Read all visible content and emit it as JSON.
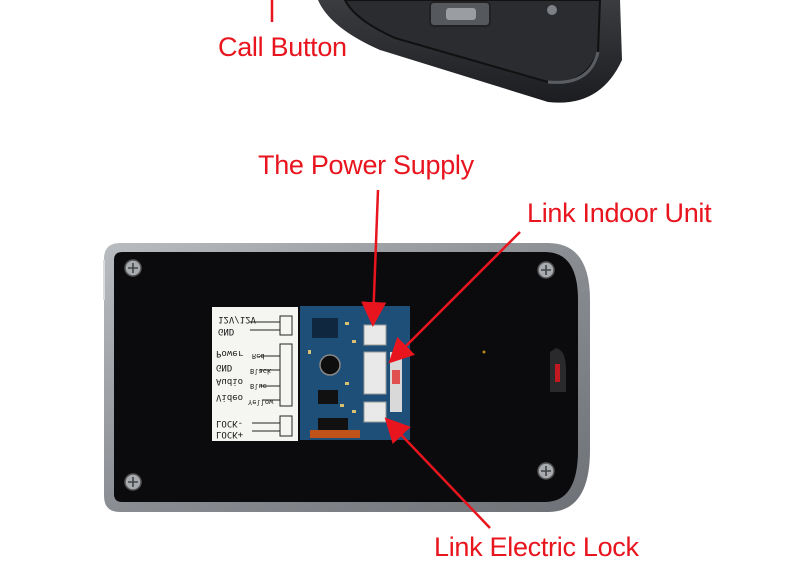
{
  "callouts": {
    "call_button": "Call Button",
    "power_supply": "The Power Supply",
    "link_indoor_unit": "Link Indoor Unit",
    "link_electric_lock": "Link Electric Lock"
  },
  "terminal_sticker": {
    "rows": [
      {
        "label": "12V/12V",
        "color": ""
      },
      {
        "label": "GND",
        "color": ""
      },
      {
        "label": "Power",
        "color": "Red"
      },
      {
        "label": "GND",
        "color": "Black"
      },
      {
        "label": "Audio",
        "color": "Blue"
      },
      {
        "label": "Video",
        "color": "Yellow"
      },
      {
        "label": "LOCK-",
        "color": ""
      },
      {
        "label": "LOCK+",
        "color": ""
      }
    ]
  },
  "colors": {
    "callout": "#e8141e",
    "housing": "#8d9196",
    "panel": "#0b0b0d",
    "pcb": "#1d4f78"
  }
}
